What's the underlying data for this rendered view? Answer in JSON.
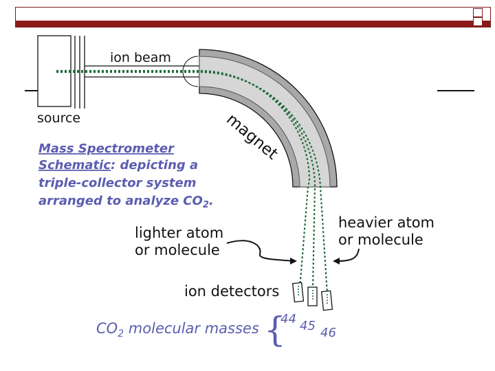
{
  "labels": {
    "ion_beam": "ion beam",
    "source": "source",
    "magnet": "magnet",
    "lighter": [
      "lighter atom",
      "or molecule"
    ],
    "heavier": [
      "heavier atom",
      "or molecule"
    ],
    "ion_detectors": "ion detectors"
  },
  "caption": {
    "line1": "Mass Spectrometer",
    "line2_underlined": "Schematic",
    "line2_rest": ": depicting a",
    "line3": "triple-collector system",
    "line4_prefix": "arranged to analyze CO",
    "line4_sub": "2",
    "line4_suffix": "."
  },
  "masses": {
    "prefix": "CO",
    "sub": "2",
    "suffix": " molecular masses",
    "values": [
      "44",
      "45",
      "46"
    ]
  },
  "colors": {
    "caption": "#5b5db0",
    "beam": "#1f6b3a",
    "header_band": "#8b1a1a",
    "magnet_outer": "#a8a8a8",
    "magnet_inner": "#d6d6d6"
  }
}
